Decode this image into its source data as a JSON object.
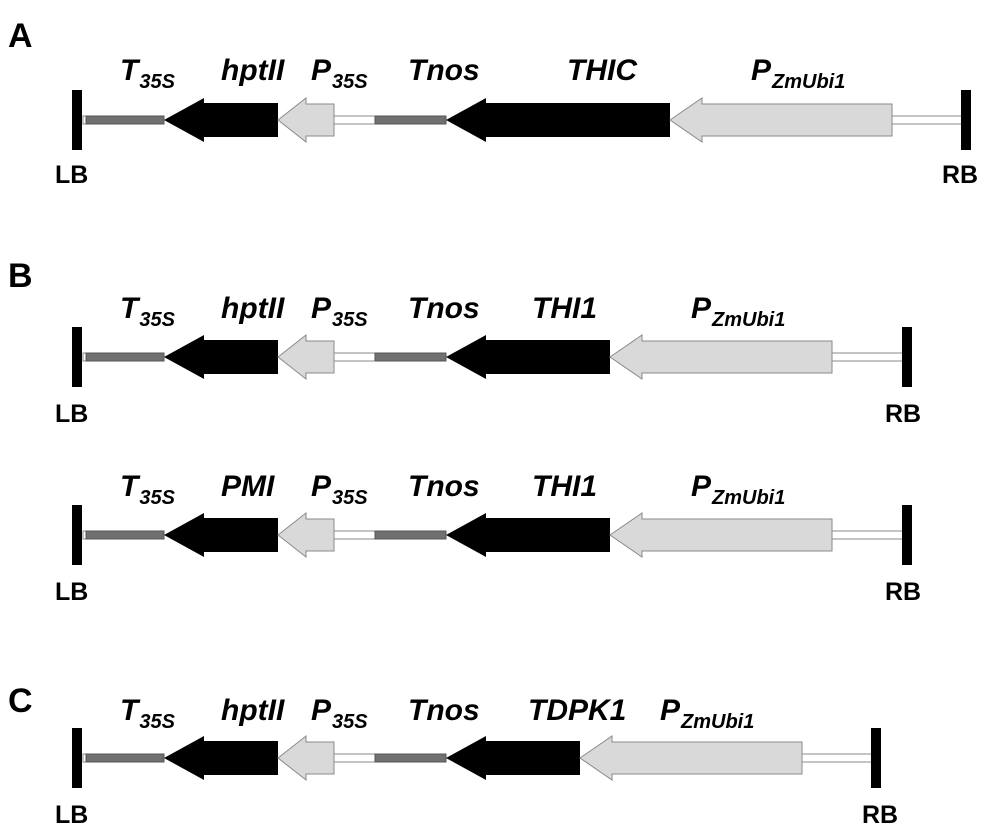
{
  "colors": {
    "gene": "#000000",
    "promoter_fill": "#d9d9d9",
    "promoter_stroke": "#8a8a8a",
    "terminator_fill": "#707070",
    "spacer_fill": "#ffffff",
    "spacer_stroke": "#8a8a8a",
    "border": "#000000"
  },
  "panels": [
    {
      "letter": "A",
      "constructs": [
        {
          "left_border": "LB",
          "right_border": "RB",
          "elements": [
            {
              "kind": "terminator",
              "label": "T",
              "sub": "35S"
            },
            {
              "kind": "gene",
              "label": "hptII"
            },
            {
              "kind": "promoter",
              "label": "P",
              "sub": "35S"
            },
            {
              "kind": "terminator",
              "label": "Tnos"
            },
            {
              "kind": "gene",
              "label": "THIC"
            },
            {
              "kind": "promoter",
              "label": "P",
              "sub": "ZmUbi1"
            }
          ]
        }
      ]
    },
    {
      "letter": "B",
      "constructs": [
        {
          "left_border": "LB",
          "right_border": "RB",
          "elements": [
            {
              "kind": "terminator",
              "label": "T",
              "sub": "35S"
            },
            {
              "kind": "gene",
              "label": "hptII"
            },
            {
              "kind": "promoter",
              "label": "P",
              "sub": "35S"
            },
            {
              "kind": "terminator",
              "label": "Tnos"
            },
            {
              "kind": "gene",
              "label": "THI1"
            },
            {
              "kind": "promoter",
              "label": "P",
              "sub": "ZmUbi1"
            }
          ]
        },
        {
          "left_border": "LB",
          "right_border": "RB",
          "elements": [
            {
              "kind": "terminator",
              "label": "T",
              "sub": "35S"
            },
            {
              "kind": "gene",
              "label": "PMI"
            },
            {
              "kind": "promoter",
              "label": "P",
              "sub": "35S"
            },
            {
              "kind": "terminator",
              "label": "Tnos"
            },
            {
              "kind": "gene",
              "label": "THI1"
            },
            {
              "kind": "promoter",
              "label": "P",
              "sub": "ZmUbi1"
            }
          ]
        }
      ]
    },
    {
      "letter": "C",
      "constructs": [
        {
          "left_border": "LB",
          "right_border": "RB",
          "elements": [
            {
              "kind": "terminator",
              "label": "T",
              "sub": "35S"
            },
            {
              "kind": "gene",
              "label": "hptII"
            },
            {
              "kind": "promoter",
              "label": "P",
              "sub": "35S"
            },
            {
              "kind": "terminator",
              "label": "Tnos"
            },
            {
              "kind": "gene",
              "label": "TDPK1"
            },
            {
              "kind": "promoter",
              "label": "P",
              "sub": "ZmUbi1"
            }
          ]
        }
      ]
    }
  ]
}
